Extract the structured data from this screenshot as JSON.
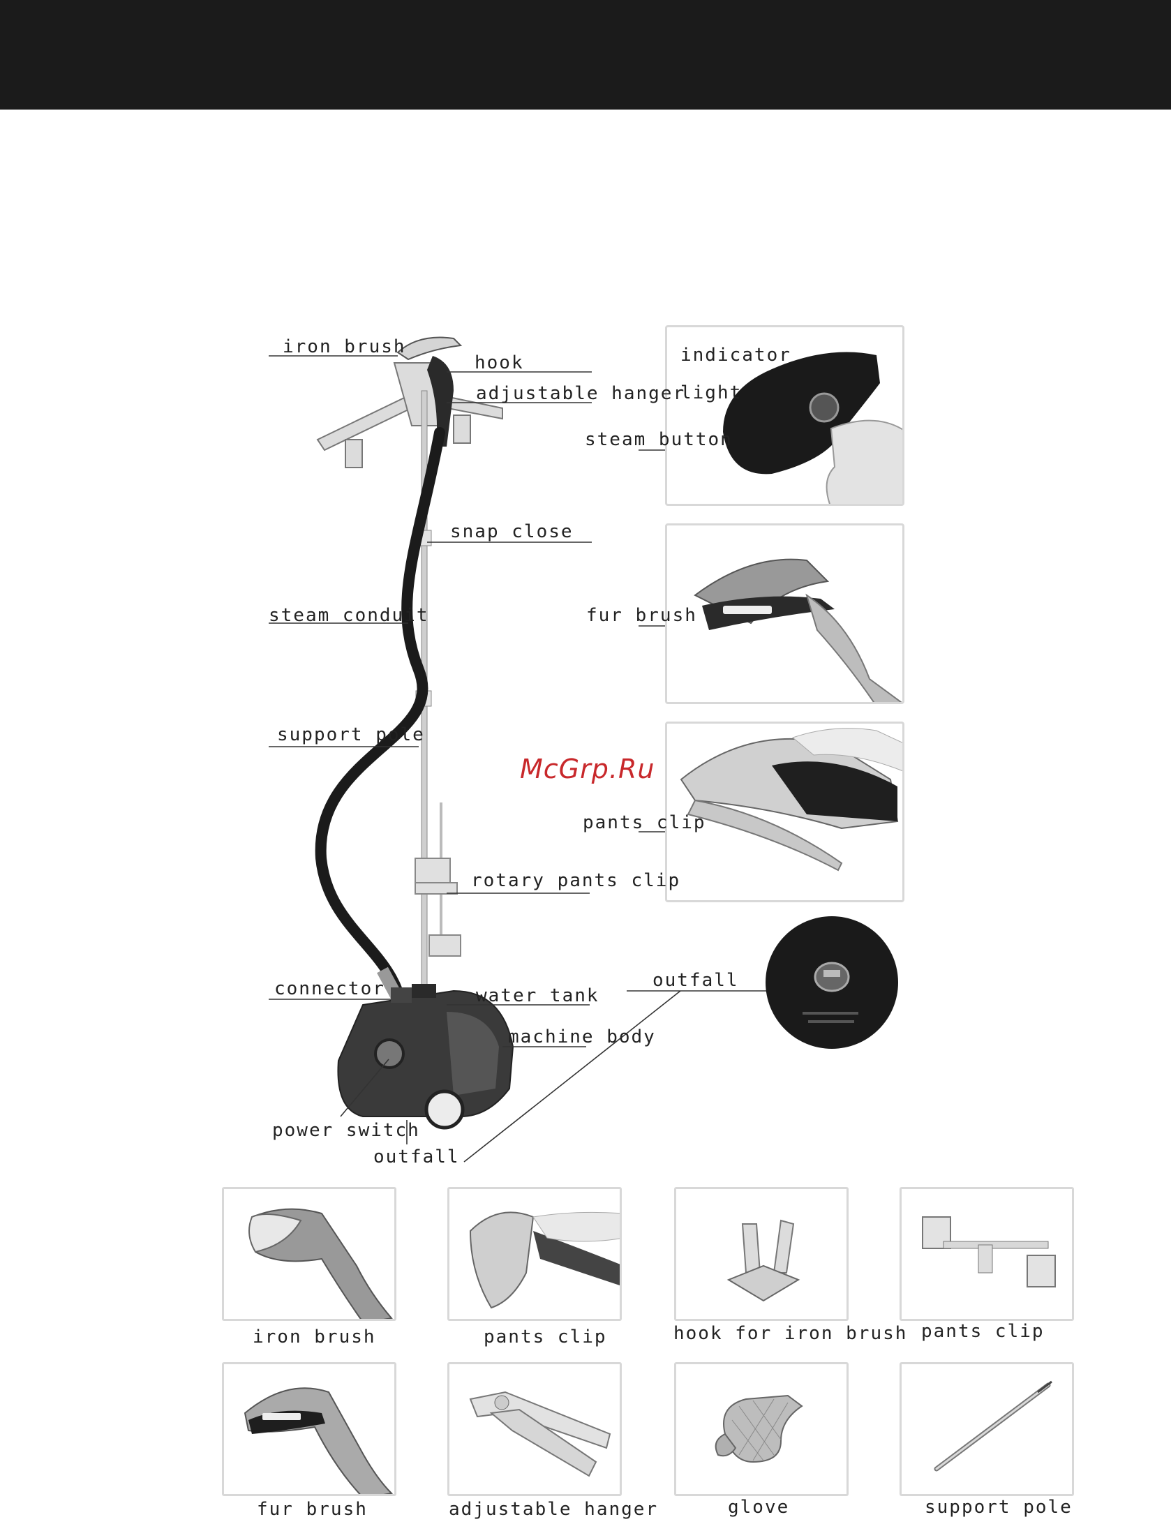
{
  "header": {
    "background": "#1b1b1b"
  },
  "watermark": {
    "text": "McGrp.Ru",
    "color": "#c8282b"
  },
  "main_labels": {
    "iron_brush": "iron brush",
    "hook": "hook",
    "adjustable_hanger": "adjustable hanger",
    "snap_close": "snap close",
    "steam_conduit": "steam conduit",
    "support_pole": "support pole",
    "rotary_pants_clip": "rotary pants clip",
    "connector": "connector",
    "water_tank": "water tank",
    "machine_body": "machine body",
    "power_switch": "power switch",
    "outfall_bottom": "outfall",
    "outfall_detail": "outfall"
  },
  "detail_labels": {
    "indicator": "indicator",
    "light": "light",
    "steam_button": "steam button",
    "fur_brush": "fur brush",
    "pants_clip": "pants clip"
  },
  "accessories": [
    {
      "label": "iron brush",
      "icon": "iron-brush-icon"
    },
    {
      "label": "pants clip",
      "icon": "pants-clip-brush-icon"
    },
    {
      "label": "hook for iron brush",
      "icon": "hook-icon"
    },
    {
      "label": "pants clip",
      "icon": "pants-clip-bar-icon"
    },
    {
      "label": "fur brush",
      "icon": "fur-brush-icon"
    },
    {
      "label": "adjustable hanger",
      "icon": "adjustable-hanger-icon"
    },
    {
      "label": "glove",
      "icon": "glove-icon"
    },
    {
      "label": "support pole",
      "icon": "support-pole-icon"
    }
  ]
}
